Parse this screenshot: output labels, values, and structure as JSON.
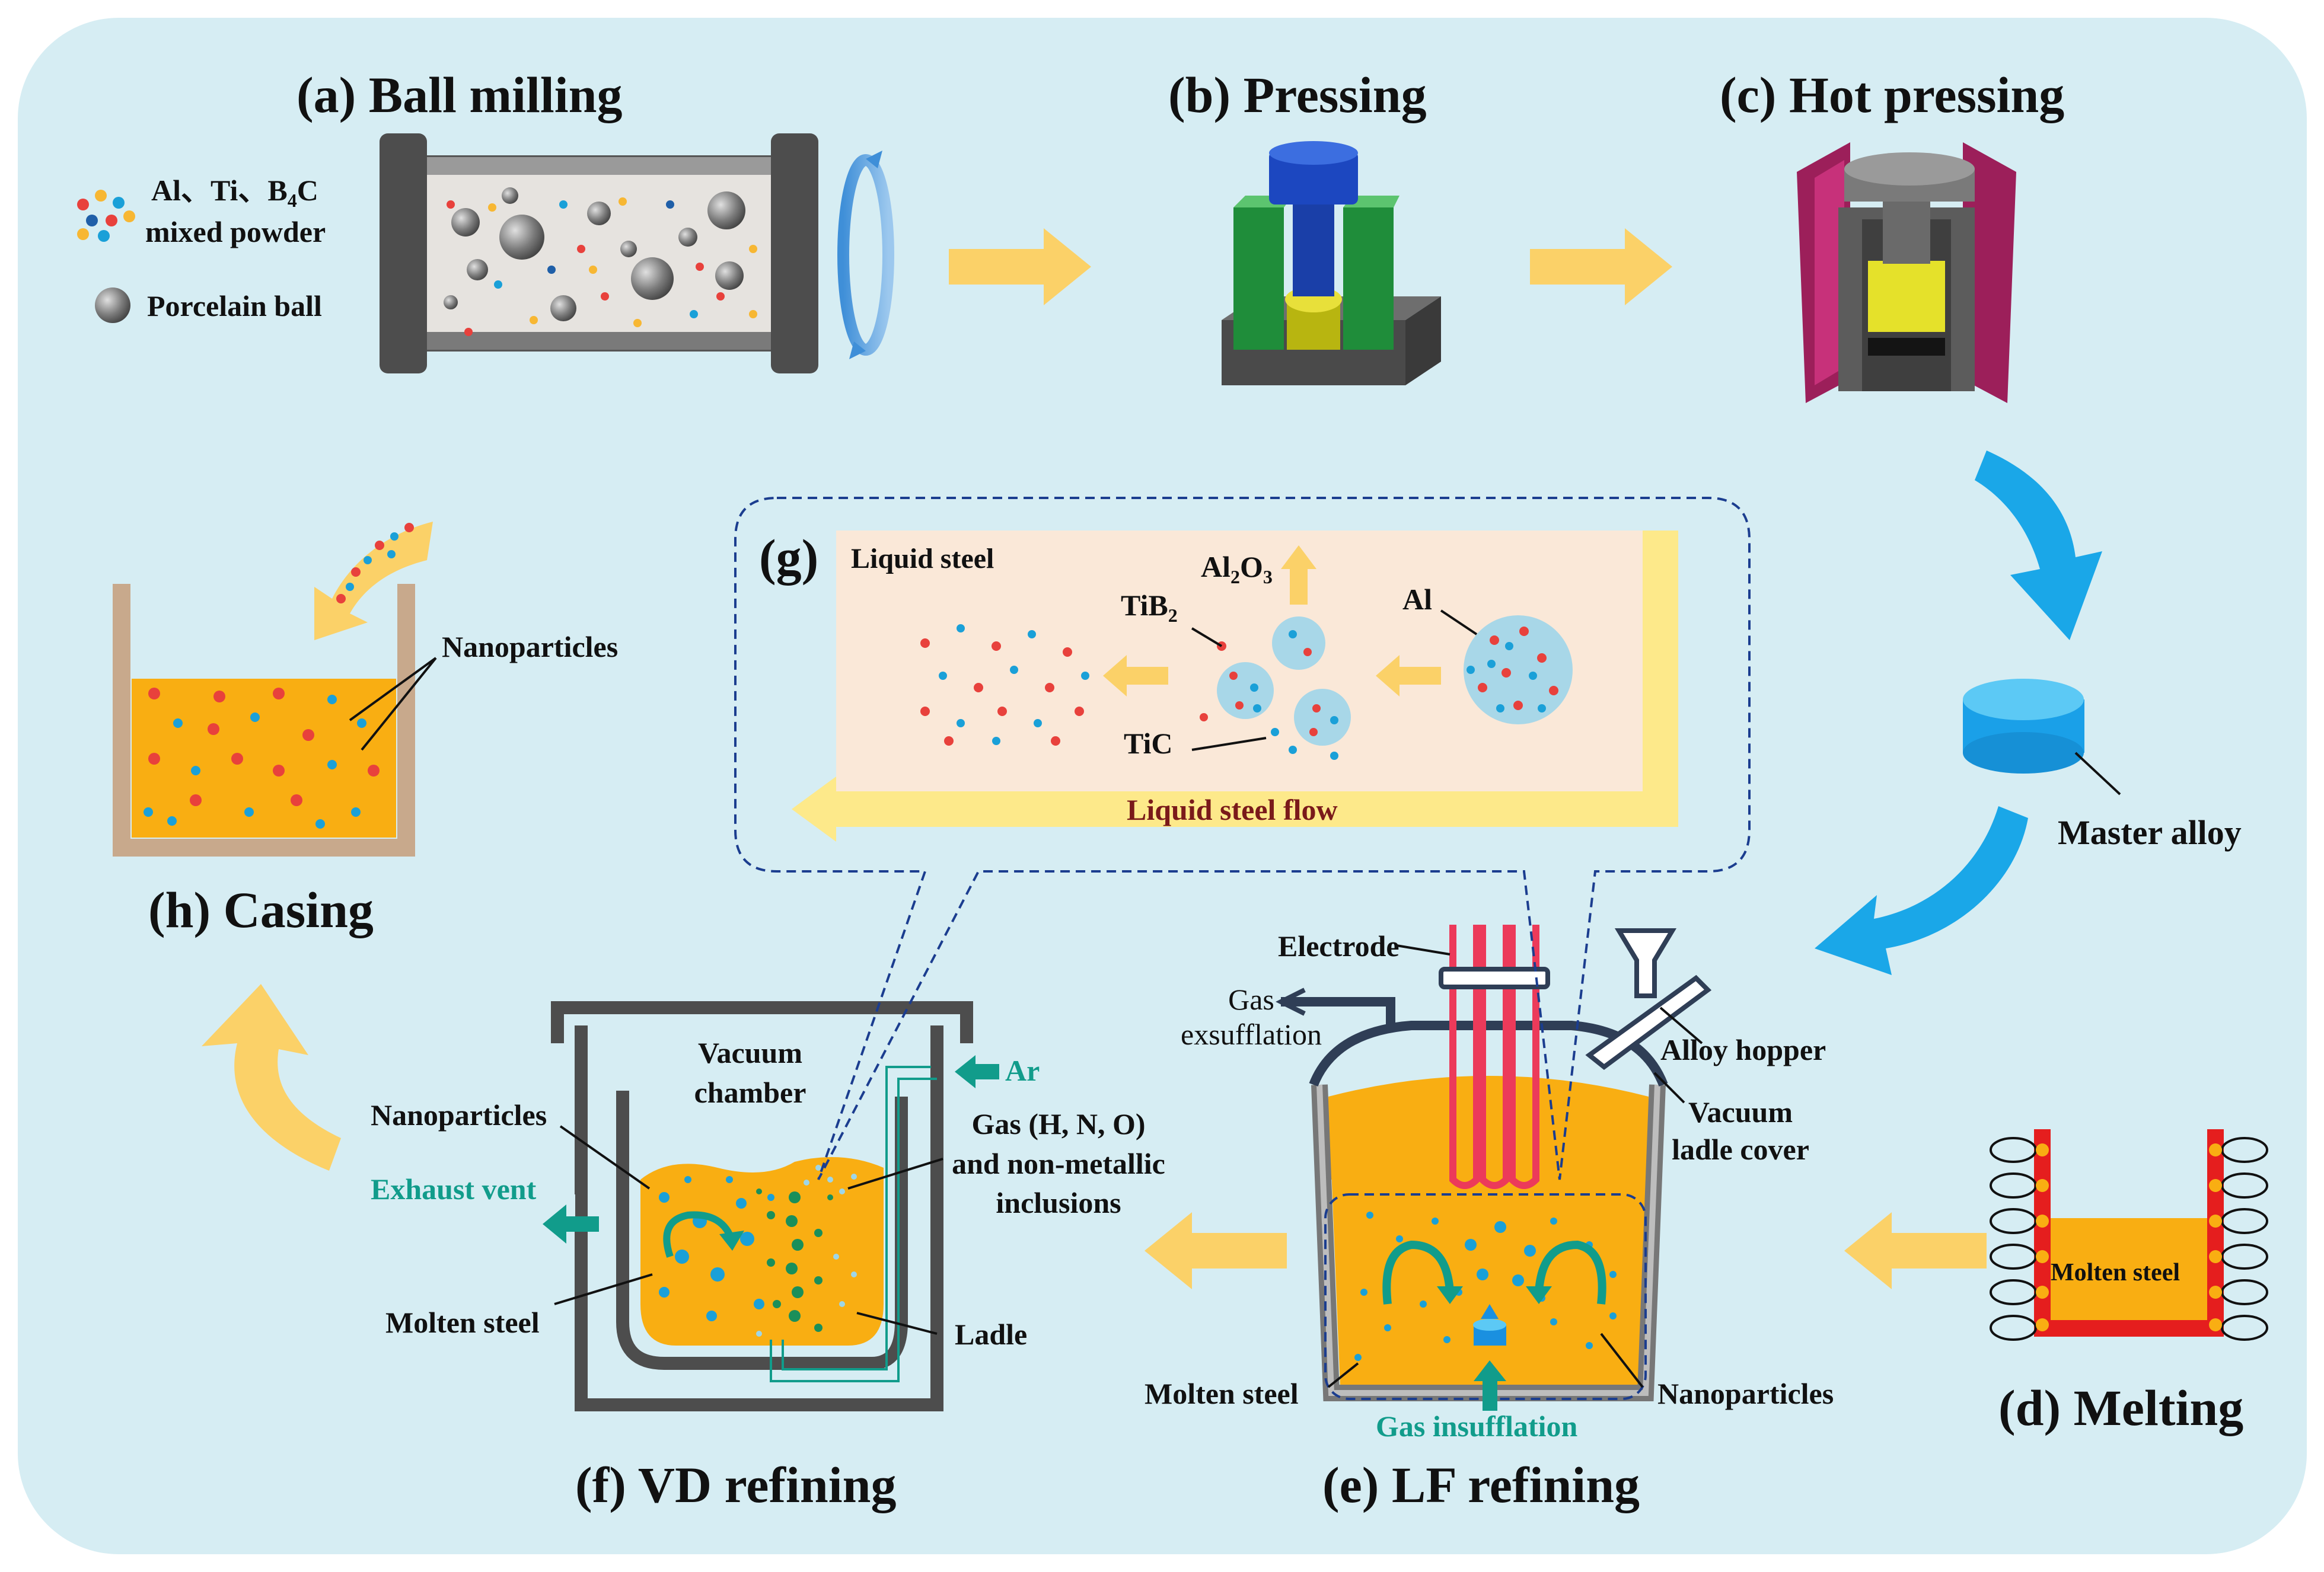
{
  "steps": {
    "a": "(a) Ball milling",
    "b": "(b) Pressing",
    "c": "(c) Hot pressing",
    "d": "(d) Melting",
    "e": "(e) LF refining",
    "f": "(f) VD refining",
    "g": "(g)",
    "h": "(h) Casing"
  },
  "ball_milling": {
    "powder_line1": "Al、Ti、B",
    "powder_sub": "4",
    "powder_c": "C",
    "powder_line2": "mixed powder",
    "ball_label": "Porcelain ball"
  },
  "master_alloy": "Master alloy",
  "melting": {
    "molten_steel": "Molten steel"
  },
  "lf": {
    "electrode": "Electrode",
    "gas_exsufflation_1": "Gas",
    "gas_exsufflation_2": "exsufflation",
    "alloy_hopper": "Alloy hopper",
    "vacuum_1": "Vacuum",
    "vacuum_2": "ladle cover",
    "molten_steel": "Molten steel",
    "nanoparticles": "Nanoparticles",
    "gas_insufflation": "Gas insufflation"
  },
  "vd": {
    "vacuum_1": "Vacuum",
    "vacuum_2": "chamber",
    "ar": "Ar",
    "nanoparticles": "Nanoparticles",
    "exhaust": "Exhaust vent",
    "gas_1": "Gas (H, N, O)",
    "gas_2": "and non-metallic",
    "gas_3": "inclusions",
    "molten_steel": "Molten steel",
    "ladle": "Ladle"
  },
  "casing": {
    "nanoparticles": "Nanoparticles"
  },
  "inset": {
    "liquid_steel": "Liquid steel",
    "al2o3_a": "Al",
    "al2o3_s1": "2",
    "al2o3_b": "O",
    "al2o3_s2": "3",
    "tib2_a": "TiB",
    "tib2_s": "2",
    "al": "Al",
    "tic": "TiC",
    "flow": "Liquid steel flow"
  },
  "colors": {
    "background": "#d6edf3",
    "arrow_yellow": "#fbd168",
    "arrow_blue": "#1aa7e8",
    "molten_steel": "#f9ae12",
    "particle_red": "#e8413c",
    "particle_blue": "#1aa0d8",
    "teal": "#119c8b"
  }
}
